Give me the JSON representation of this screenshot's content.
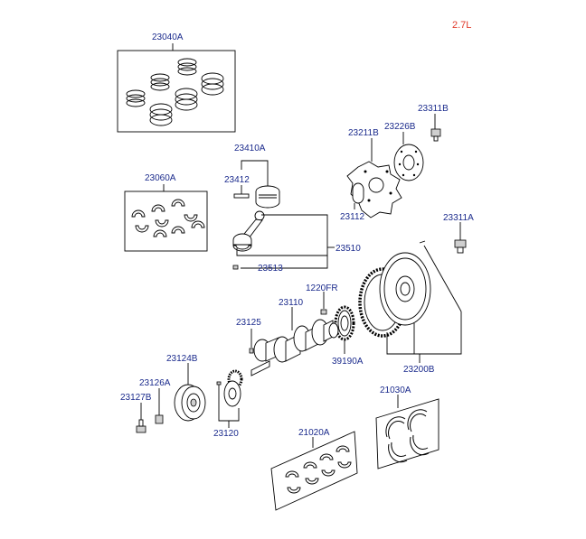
{
  "engine_label": "2.7L",
  "colors": {
    "label": "#1a2a8c",
    "engine": "#e03a2a"
  },
  "labels": {
    "p23040A": "23040A",
    "p23060A": "23060A",
    "p23410A": "23410A",
    "p23412": "23412",
    "p23211B": "23211B",
    "p23226B": "23226B",
    "p23311B": "23311B",
    "p23112": "23112",
    "p23311A": "23311A",
    "p23510": "23510",
    "p23513": "23513",
    "p1220FR": "1220FR",
    "p23110": "23110",
    "p23125": "23125",
    "p39190A": "39190A",
    "p23200B": "23200B",
    "p23124B": "23124B",
    "p23126A": "23126A",
    "p23127B": "23127B",
    "p23120": "23120",
    "p21020A": "21020A",
    "p21030A": "21030A"
  }
}
